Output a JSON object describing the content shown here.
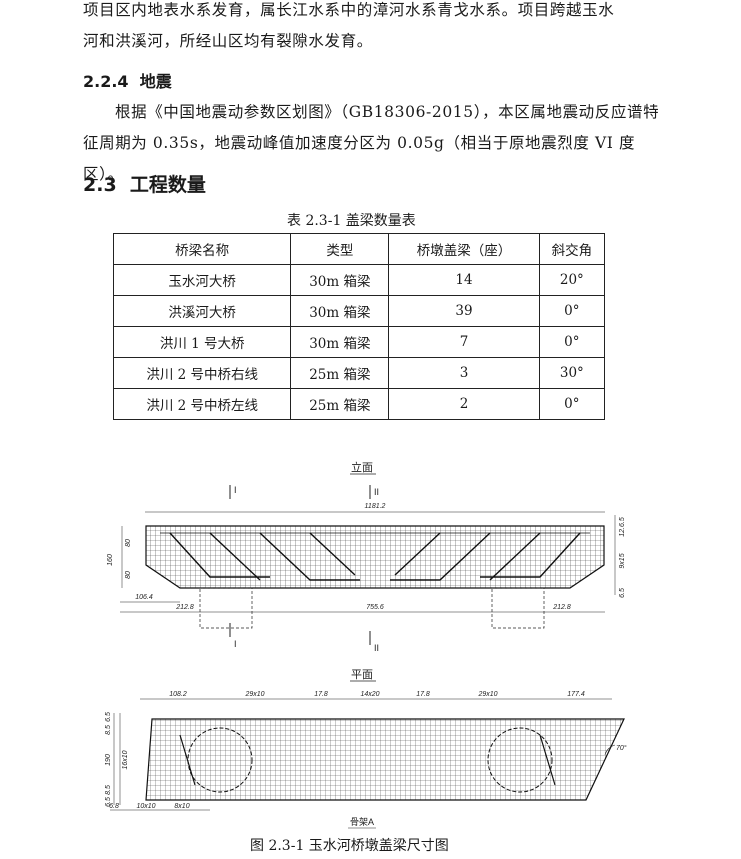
{
  "paragraph1": {
    "line1": "项目区内地表水系发育，属长江水系中的漳河水系青戈水系。项目跨越玉水",
    "line2": "河和洪溪河，所经山区均有裂隙水发育。"
  },
  "section_224": {
    "number": "2.2.4",
    "title": "地震"
  },
  "paragraph2": {
    "line1": "根据《中国地震动参数区划图》（GB18306-2015），本区属地震动反应谱特",
    "line2": "征周期为 0.35s，地震动峰值加速度分区为 0.05g（相当于原地震烈度 VI 度区）。"
  },
  "section_23": {
    "number": "2.3",
    "title": "工程数量"
  },
  "table": {
    "caption": "表 2.3-1 盖梁数量表",
    "headers": [
      "桥梁名称",
      "类型",
      "桥墩盖梁（座）",
      "斜交角"
    ],
    "rows": [
      [
        "玉水河大桥",
        "30m 箱梁",
        "14",
        "20°"
      ],
      [
        "洪溪河大桥",
        "30m 箱梁",
        "39",
        "0°"
      ],
      [
        "洪川 1 号大桥",
        "30m 箱梁",
        "7",
        "0°"
      ],
      [
        "洪川 2 号中桥右线",
        "25m 箱梁",
        "3",
        "30°"
      ],
      [
        "洪川 2 号中桥左线",
        "25m 箱梁",
        "2",
        "0°"
      ]
    ]
  },
  "drawing": {
    "elevation_title": "立面",
    "plan_title": "平面",
    "section_I": "I",
    "section_II": "II",
    "dims_elevation": {
      "total": "1181.2",
      "height": "160",
      "upper": "80",
      "lower": "80",
      "left_offset": "106.4",
      "left_span": "212.8",
      "middle": "755.6",
      "right_span": "212.8",
      "right_top": "12.6.5",
      "right_mid": "9x15",
      "right_bot": "6.5"
    },
    "dims_plan": {
      "d1": "108.2",
      "d2": "29x10",
      "d3": "17.8",
      "d4": "14x20",
      "d5": "17.8",
      "d6": "29x10",
      "d7": "177.4",
      "left_h1": "6.5",
      "left_h2": "8.5",
      "left_mid": "16x10",
      "left_total": "190",
      "left_b1": "8.5",
      "left_b2": "6.5",
      "bot1": "6.8",
      "bot2": "10x10",
      "bot3": "8x10",
      "angle": "70°",
      "frame_label": "骨架A"
    },
    "caption": "图 2.3-1  玉水河桥墩盖梁尺寸图"
  }
}
